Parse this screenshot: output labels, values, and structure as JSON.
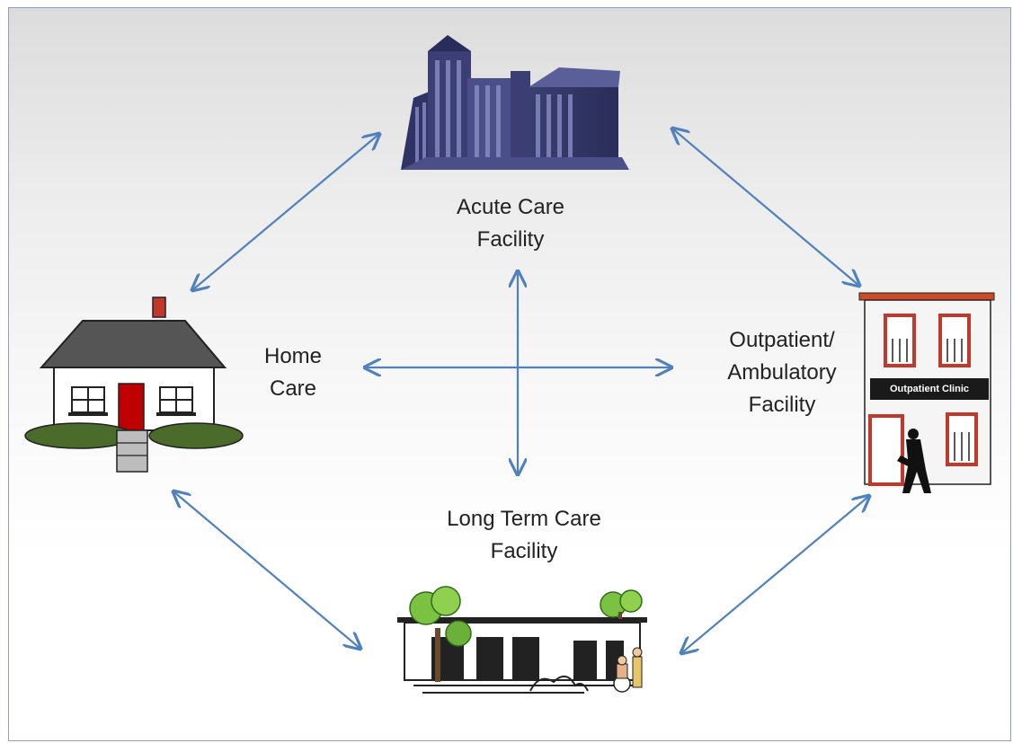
{
  "colors": {
    "arrow": "#4f81bd",
    "border": "#8aa0c8"
  },
  "nodes": {
    "acute": {
      "line1": "Acute Care",
      "line2": "Facility",
      "icon": "hospital-building-icon"
    },
    "home": {
      "line1": "Home",
      "line2": "Care",
      "icon": "house-icon"
    },
    "outpatient": {
      "line1": "Outpatient/",
      "line2": "Ambulatory",
      "line3": "Facility",
      "icon": "outpatient-clinic-icon",
      "sign": "Outpatient Clinic"
    },
    "longterm": {
      "line1": "Long Term Care",
      "line2": "Facility",
      "icon": "long-term-care-building-icon"
    }
  }
}
